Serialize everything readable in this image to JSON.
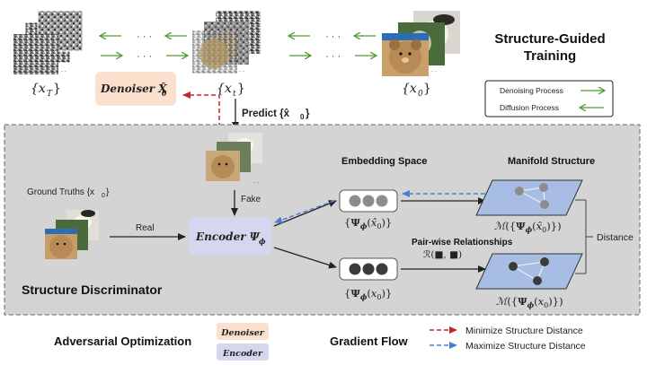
{
  "top": {
    "title_line1": "Structure-Guided",
    "title_line2": "Training",
    "xT": "{x_T}",
    "xt": "{x_t}",
    "x0": "{x_0}",
    "dots": "· · ·",
    "denoiser_label": "Denoiser X̂_θ",
    "predict_label": "Predict {x̂_0}"
  },
  "legend_top": {
    "denoising": "Denoising Process",
    "diffusion": "Diffusion Process"
  },
  "discriminator": {
    "title": "Structure Discriminator",
    "ground_truths": "Ground Truths {x_0}",
    "real": "Real",
    "fake": "Fake",
    "encoder": "Encoder Ψ_ϕ",
    "embedding_space": "Embedding Space",
    "manifold_structure": "Manifold Structure",
    "emb_fake": "{Ψ_ϕ(x̂_0)}",
    "emb_real": "{Ψ_ϕ(x_0)}",
    "manifold_fake": "ℳ({Ψ_ϕ(x̂_0)})",
    "manifold_real": "ℳ({Ψ_ϕ(x_0)})",
    "pairwise": "Pair-wise Relationships",
    "relation": "ℛ(■, ■)",
    "distance": "Distance"
  },
  "bottom": {
    "adversarial": "Adversarial Optimization",
    "denoiser_chip": "Denoiser",
    "encoder_chip": "Encoder",
    "gradient_flow": "Gradient Flow",
    "minimize": "Minimize Structure Distance",
    "maximize": "Maximize Structure Distance"
  },
  "colors": {
    "denoiser_fill": "#fbe0cd",
    "encoder_fill": "#d3d8ee",
    "panel_fill": "#d4d4d4",
    "manifold_fill": "#a7bde3",
    "green_arrow": "#4f9a32",
    "red_dashed": "#c0282b",
    "blue_dashed": "#4c7fd0"
  }
}
